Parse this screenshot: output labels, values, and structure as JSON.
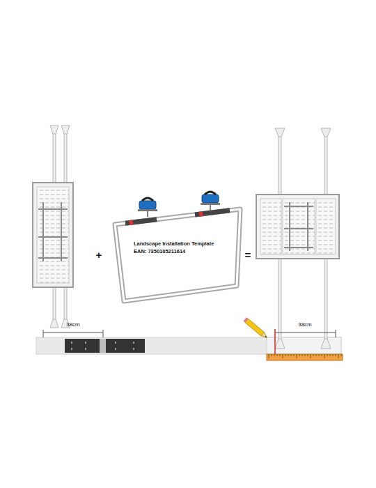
{
  "diagram": {
    "nodes": [
      {
        "text": [
          "Landscape Installation Template",
          "EAN: 7350105211614"
        ]
      }
    ],
    "labels": [
      "+",
      "=",
      "38cm",
      "38cm"
    ]
  }
}
